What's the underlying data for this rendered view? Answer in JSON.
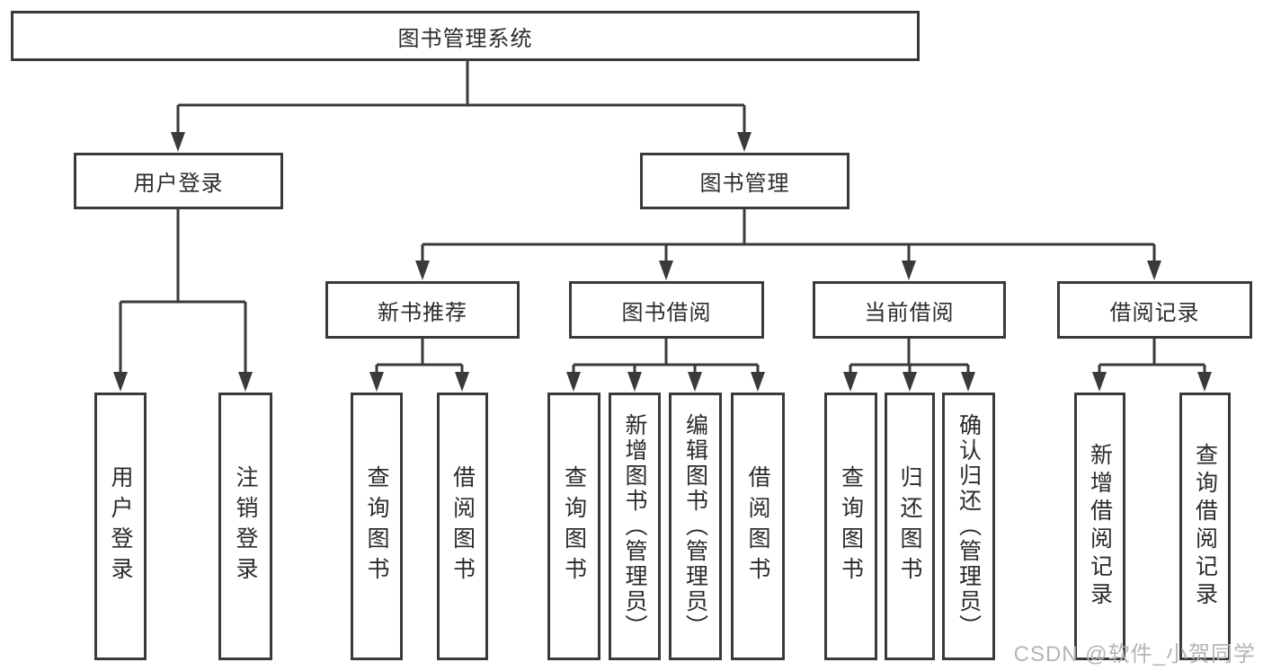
{
  "tree": {
    "root": {
      "label": "图书管理系统"
    },
    "branches": [
      {
        "label": "用户登录",
        "children": [
          {
            "label": "用户登录"
          },
          {
            "label": "注销登录"
          }
        ]
      },
      {
        "label": "图书管理",
        "children": [
          {
            "label": "新书推荐",
            "children": [
              {
                "label": "查询图书"
              },
              {
                "label": "借阅图书"
              }
            ]
          },
          {
            "label": "图书借阅",
            "children": [
              {
                "label": "查询图书"
              },
              {
                "label": "新增图书（管理员）"
              },
              {
                "label": "编辑图书（管理员）"
              },
              {
                "label": "借阅图书"
              }
            ]
          },
          {
            "label": "当前借阅",
            "children": [
              {
                "label": "查询图书"
              },
              {
                "label": "归还图书"
              },
              {
                "label": "确认归还（管理员）"
              }
            ]
          },
          {
            "label": "借阅记录",
            "children": [
              {
                "label": "新增借阅记录"
              },
              {
                "label": "查询借阅记录"
              }
            ]
          }
        ]
      }
    ]
  },
  "watermark": "CSDN @软件_小贺同学",
  "colors": {
    "line": "#3a3a3a",
    "box_border": "#3a3a3a",
    "text": "#2b2b2b",
    "watermark": "#b5b5b5",
    "background": "#ffffff"
  }
}
